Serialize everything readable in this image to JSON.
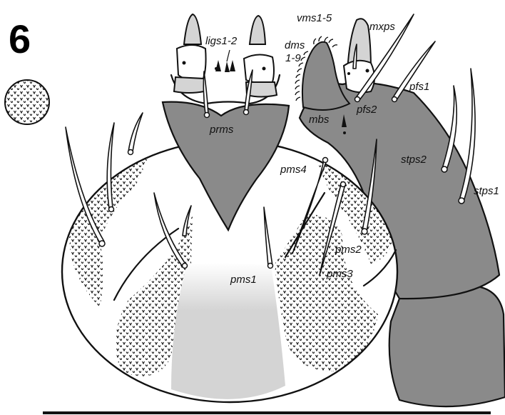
{
  "figure": {
    "number": "6"
  },
  "labels": {
    "ligs": "ligs1-2",
    "vms": "vms1-5",
    "mxps": "mxps",
    "dms_a": "dms",
    "dms_b": "1-9",
    "pfs1": "pfs1",
    "pfs2": "pfs2",
    "prms": "prms",
    "mbs": "mbs",
    "stps2": "stps2",
    "stps1": "stps1",
    "pms4": "pms4",
    "pms2": "pms2",
    "pms3": "pms3",
    "pms1": "pms1"
  },
  "colors": {
    "dark_gray": "#8a8a8a",
    "light_gray": "#d4d4d4",
    "outline": "#111111",
    "background": "#ffffff"
  }
}
